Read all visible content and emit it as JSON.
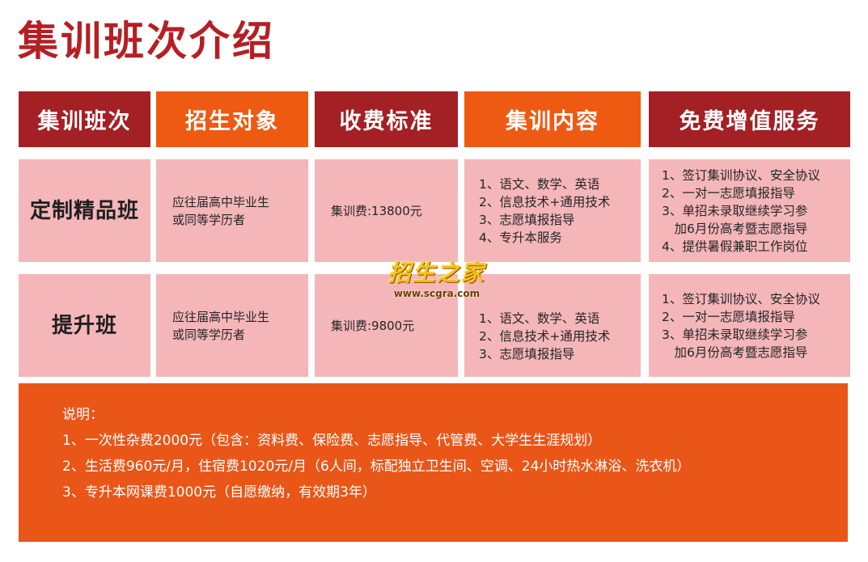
{
  "title": "集训班次介绍",
  "headers": [
    "集训班次",
    "招生对象",
    "收费标准",
    "集训内容",
    "免费增值服务"
  ],
  "header_colors": [
    "#a32024",
    "#ee5a12"
  ],
  "rows": [
    {
      "name": "定制精品班",
      "target": [
        "应往届高中毕业生",
        "或同等学历者"
      ],
      "fee": "集训费:13800元",
      "content": [
        "1、语文、数学、英语",
        "2、信息技术+通用技术",
        "3、志愿填报指导",
        "4、专升本服务"
      ],
      "services": [
        "1、签订集训协议、安全协议",
        "2、一对一志愿填报指导",
        "3、单招未录取继续学习参",
        "　加6月份高考暨志愿指导",
        "4、提供暑假兼职工作岗位"
      ]
    },
    {
      "name": "提升班",
      "target": [
        "应往届高中毕业生",
        "或同等学历者"
      ],
      "fee": "集训费:9800元",
      "content": [
        "1、语文、数学、英语",
        "2、信息技术+通用技术",
        "3、志愿填报指导"
      ],
      "services": [
        "1、签订集训协议、安全协议",
        "2、一对一志愿填报指导",
        "3、单招未录取继续学习参",
        "　加6月份高考暨志愿指导"
      ]
    }
  ],
  "notes": {
    "heading": "说明：",
    "items": [
      "1、一次性杂费2000元（包含：资料费、保险费、志愿指导、代管费、大学生生涯规划）",
      "2、生活费960元/月，住宿费1020元/月（6人间，标配独立卫生间、空调、24小时热水淋浴、洗衣机）",
      "3、专升本网课费1000元（自愿缴纳，有效期3年）"
    ]
  },
  "watermark": {
    "text": "招生之家",
    "url": "www.scgra.com"
  }
}
